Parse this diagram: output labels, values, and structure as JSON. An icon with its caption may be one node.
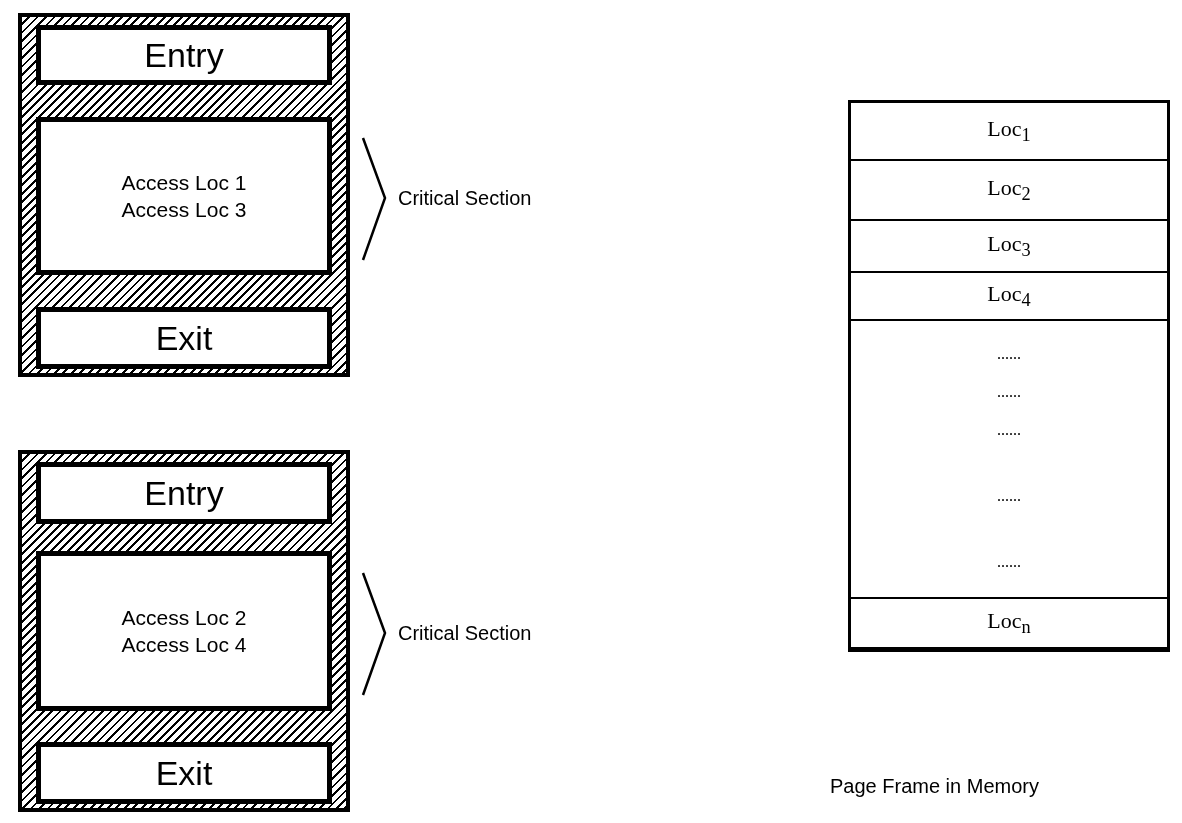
{
  "diagram": {
    "nodes": [
      {
        "text": [],
        "shape": "box"
      },
      {
        "text": [
          "Entry"
        ],
        "in": 0
      },
      {
        "text": [
          "Access Loc 1",
          "Access Loc 3"
        ],
        "in": 0
      },
      {
        "text": [
          "Exit"
        ],
        "in": 0
      },
      {
        "text": [],
        "shape": "box"
      },
      {
        "text": [
          "Entry"
        ],
        "in": 4
      },
      {
        "text": [
          "Access Loc 2",
          "Access Loc 4"
        ],
        "in": 4
      },
      {
        "text": [
          "Exit"
        ],
        "in": 4
      },
      {
        "text": [],
        "shape": "box"
      },
      {
        "text": [
          "Loc$_{1}$"
        ],
        "in": 8
      },
      {
        "text": [
          "Loc$_{2}$"
        ],
        "in": 8
      },
      {
        "text": [
          "Loc$_{3}$"
        ],
        "in": 8
      },
      {
        "text": [
          "Loc$_{4}$"
        ],
        "in": 8
      },
      {
        "text": [
          "......",
          "......",
          "......",
          "......",
          "......"
        ],
        "in": 8
      },
      {
        "text": [
          "Loc$_{n}$"
        ],
        "in": 8
      }
    ],
    "labels": [
      "Critical Section",
      "Critical Section",
      "Page Frame in Memory"
    ]
  }
}
